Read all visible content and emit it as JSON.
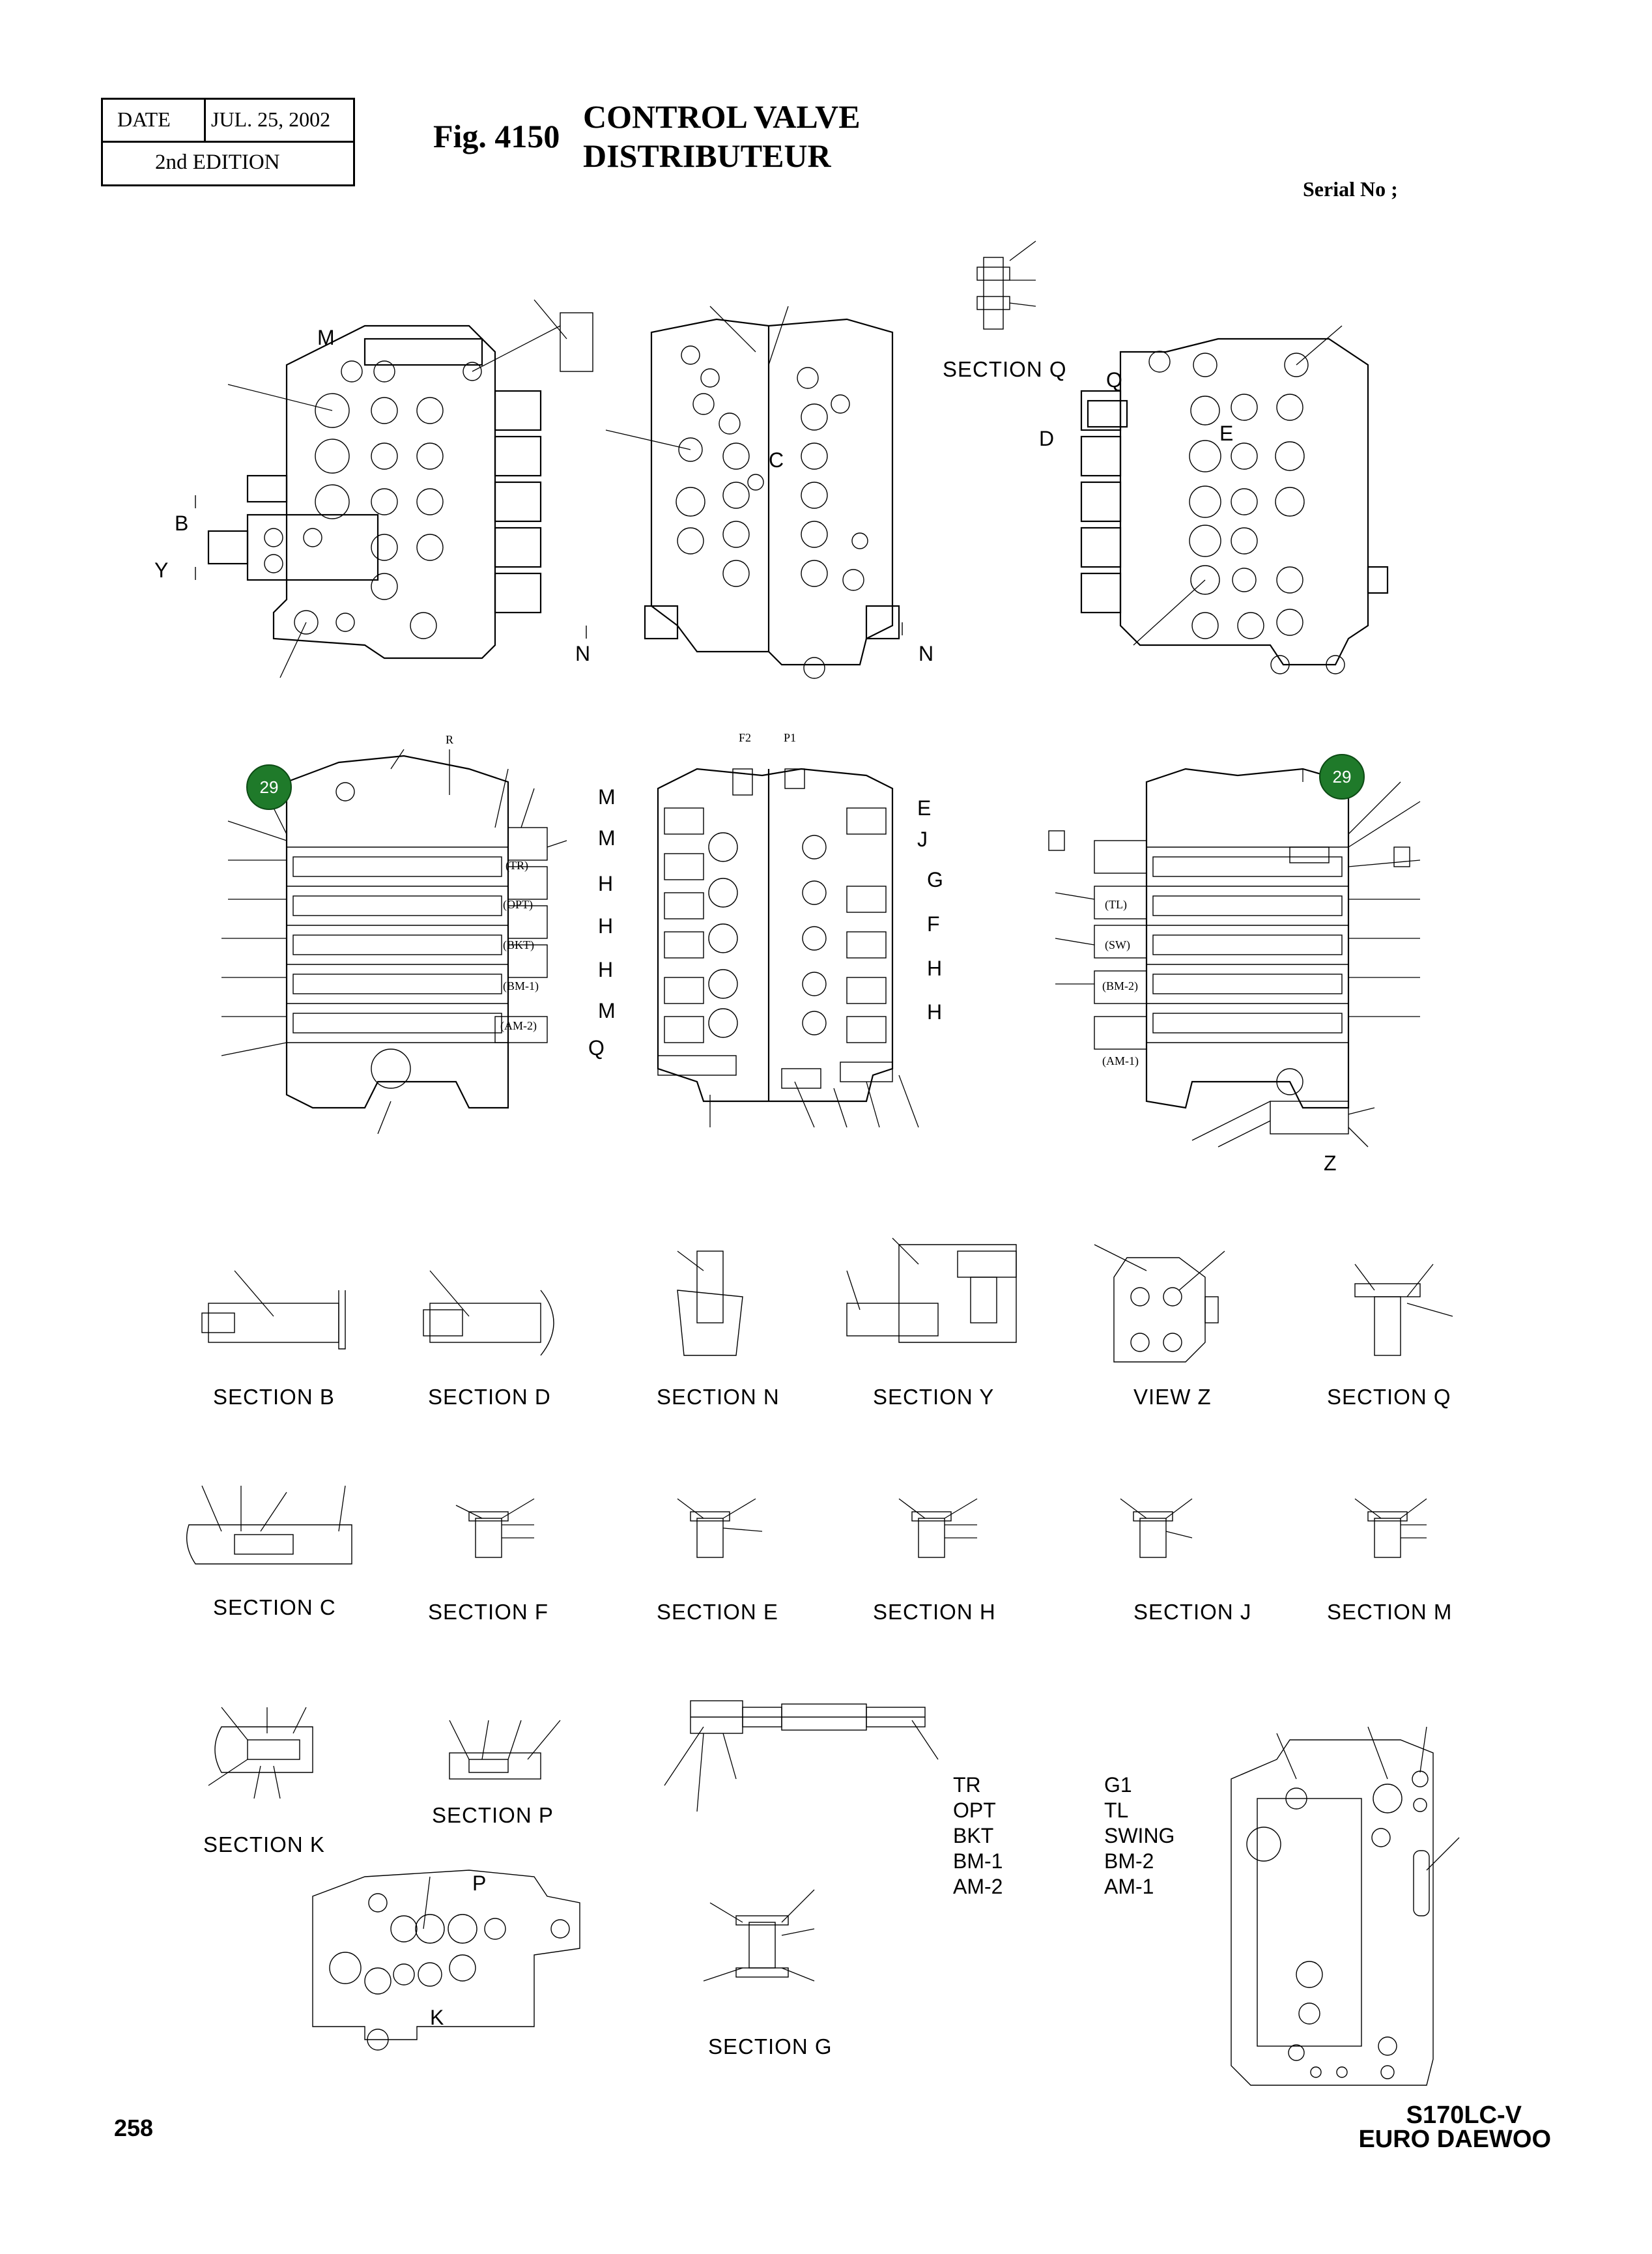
{
  "header": {
    "date_label": "DATE",
    "date_value": "JUL. 25, 2002",
    "edition": "2nd  EDITION",
    "fig_label": "Fig. 4150",
    "title_en": "CONTROL VALVE",
    "title_fr": "DISTRIBUTEUR",
    "serial": "Serial No ;"
  },
  "callouts": {
    "badge_left": "29",
    "badge_right": "29",
    "top_left": [
      "M",
      "B",
      "Y",
      "N"
    ],
    "top_mid": [
      "C",
      "N"
    ],
    "top_right": [
      "SECTION  Q",
      "Q",
      "D",
      "E"
    ],
    "mid_center_top": [
      "F2",
      "P1"
    ],
    "mid_center_left": [
      "M",
      "M",
      "H",
      "H",
      "H",
      "M",
      "Q"
    ],
    "mid_center_right": [
      "E",
      "J",
      "G",
      "F",
      "H",
      "H"
    ],
    "mid_left_letter": "R",
    "mid_left_tags": [
      "(TR)",
      "(OPT)",
      "(BKT)",
      "(BM-1)",
      "(AM-2)"
    ],
    "mid_right_tags": [
      "(TL)",
      "(SW)",
      "(BM-2)",
      "(AM-1)"
    ],
    "mid_right_z": "Z",
    "k_view": [
      "P",
      "K"
    ]
  },
  "sections_row1": [
    "SECTION  B",
    "SECTION  D",
    "SECTION  N",
    "SECTION  Y",
    "VIEW  Z",
    "SECTION  Q"
  ],
  "sections_row2": [
    "SECTION  C",
    "SECTION  F",
    "SECTION  E",
    "SECTION  H",
    "SECTION  J",
    "SECTION  M"
  ],
  "sections_row3": [
    "SECTION  K",
    "SECTION  P",
    "SECTION  G"
  ],
  "spool_list_1": [
    "TR",
    "OPT",
    "BKT",
    "BM-1",
    "AM-2"
  ],
  "spool_list_2": [
    "G1",
    "TL",
    "SWING",
    "BM-2",
    "AM-1"
  ],
  "footer": {
    "page": "258",
    "model": "S170LC-V",
    "brand": "EURO DAEWOO"
  }
}
